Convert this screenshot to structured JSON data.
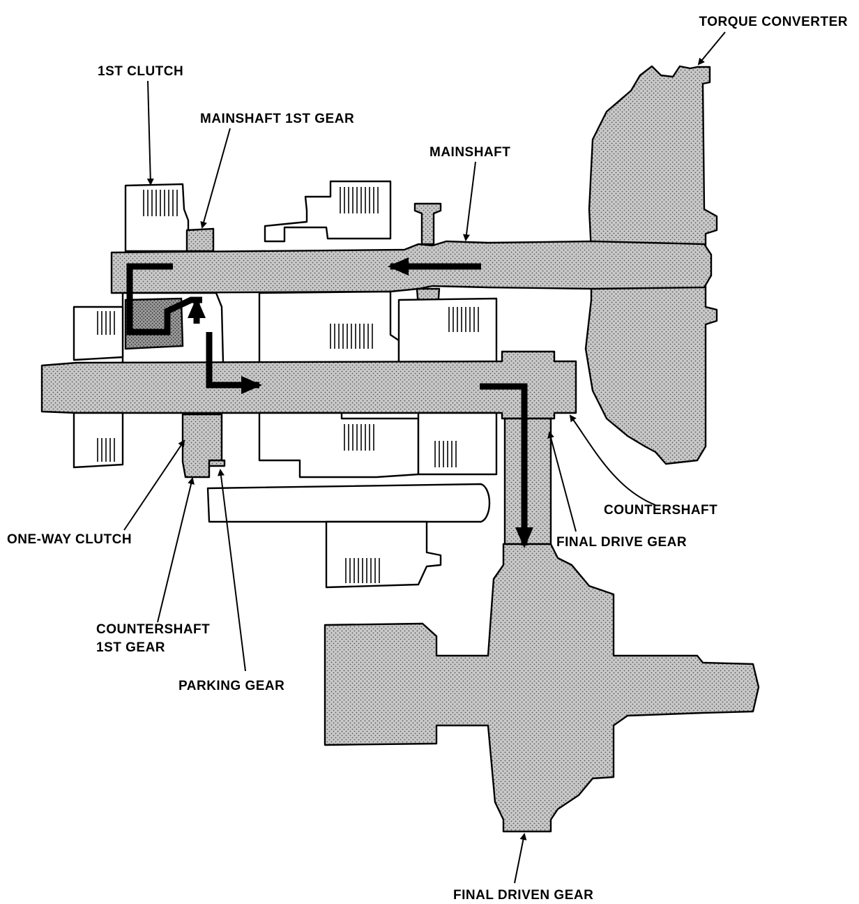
{
  "labels": {
    "torque_converter": "TORQUE CONVERTER",
    "first_clutch": "1ST CLUTCH",
    "mainshaft_first_gear": "MAINSHAFT 1ST GEAR",
    "mainshaft": "MAINSHAFT",
    "countershaft": "COUNTERSHAFT",
    "final_drive_gear": "FINAL DRIVE GEAR",
    "one_way_clutch": "ONE-WAY CLUTCH",
    "countershaft_first_gear_line1": "COUNTERSHAFT",
    "countershaft_first_gear_line2": "1ST GEAR",
    "parking_gear": "PARKING GEAR",
    "final_driven_gear": "FINAL DRIVEN GEAR"
  }
}
